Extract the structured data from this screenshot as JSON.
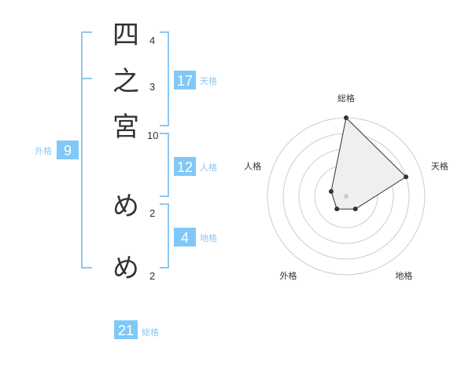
{
  "name": {
    "characters": [
      {
        "char": "四",
        "strokes": "4"
      },
      {
        "char": "之",
        "strokes": "3"
      },
      {
        "char": "宮",
        "strokes": "10"
      },
      {
        "char": "め",
        "strokes": "2"
      },
      {
        "char": "め",
        "strokes": "2"
      }
    ]
  },
  "kaku": {
    "tenkaku": {
      "value": "17",
      "label": "天格"
    },
    "jinkaku": {
      "value": "12",
      "label": "人格"
    },
    "chikaku": {
      "value": "4",
      "label": "地格"
    },
    "gaikaku": {
      "value": "9",
      "label": "外格"
    },
    "soukaku": {
      "value": "21",
      "label": "総格"
    }
  },
  "colors": {
    "accent": "#8dc7f2",
    "badge_fill": "#80c8f7",
    "text": "#333333",
    "grid": "#cccccc",
    "area_fill": "#efefef",
    "polygon": "#333333"
  },
  "chart_data": {
    "type": "radar",
    "axes": [
      "総格",
      "天格",
      "地格",
      "外格",
      "人格"
    ],
    "values": [
      5,
      4,
      1,
      1,
      1
    ],
    "rmax": 5,
    "rings": 4,
    "grid": true
  }
}
